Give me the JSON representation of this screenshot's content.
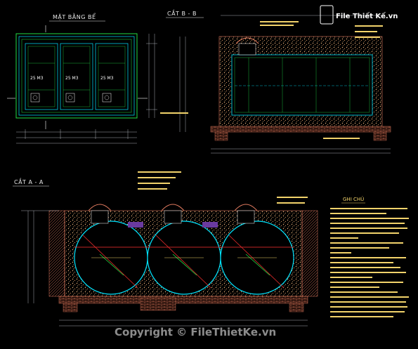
{
  "plan": {
    "title": "MẶT BẰNG BỂ",
    "tanks": [
      "25 M3",
      "25 M3",
      "25 M3"
    ]
  },
  "section_bb": {
    "title": "CẮT B - B"
  },
  "section_aa": {
    "title": "CẮT A - A"
  },
  "notes": {
    "title": "GHI CHÚ"
  },
  "watermark": {
    "brand": "File Thiết Kế.vn",
    "copyright": "Copyright © FileThietKe.vn"
  },
  "colors": {
    "background": "#000000",
    "line_cyan": "#00e5ff",
    "line_green": "#22dd44",
    "line_red": "#ff3030",
    "hatch_brick": "#e07a5f",
    "text_yellow": "#f2d36b",
    "text_white": "#ffffff"
  }
}
